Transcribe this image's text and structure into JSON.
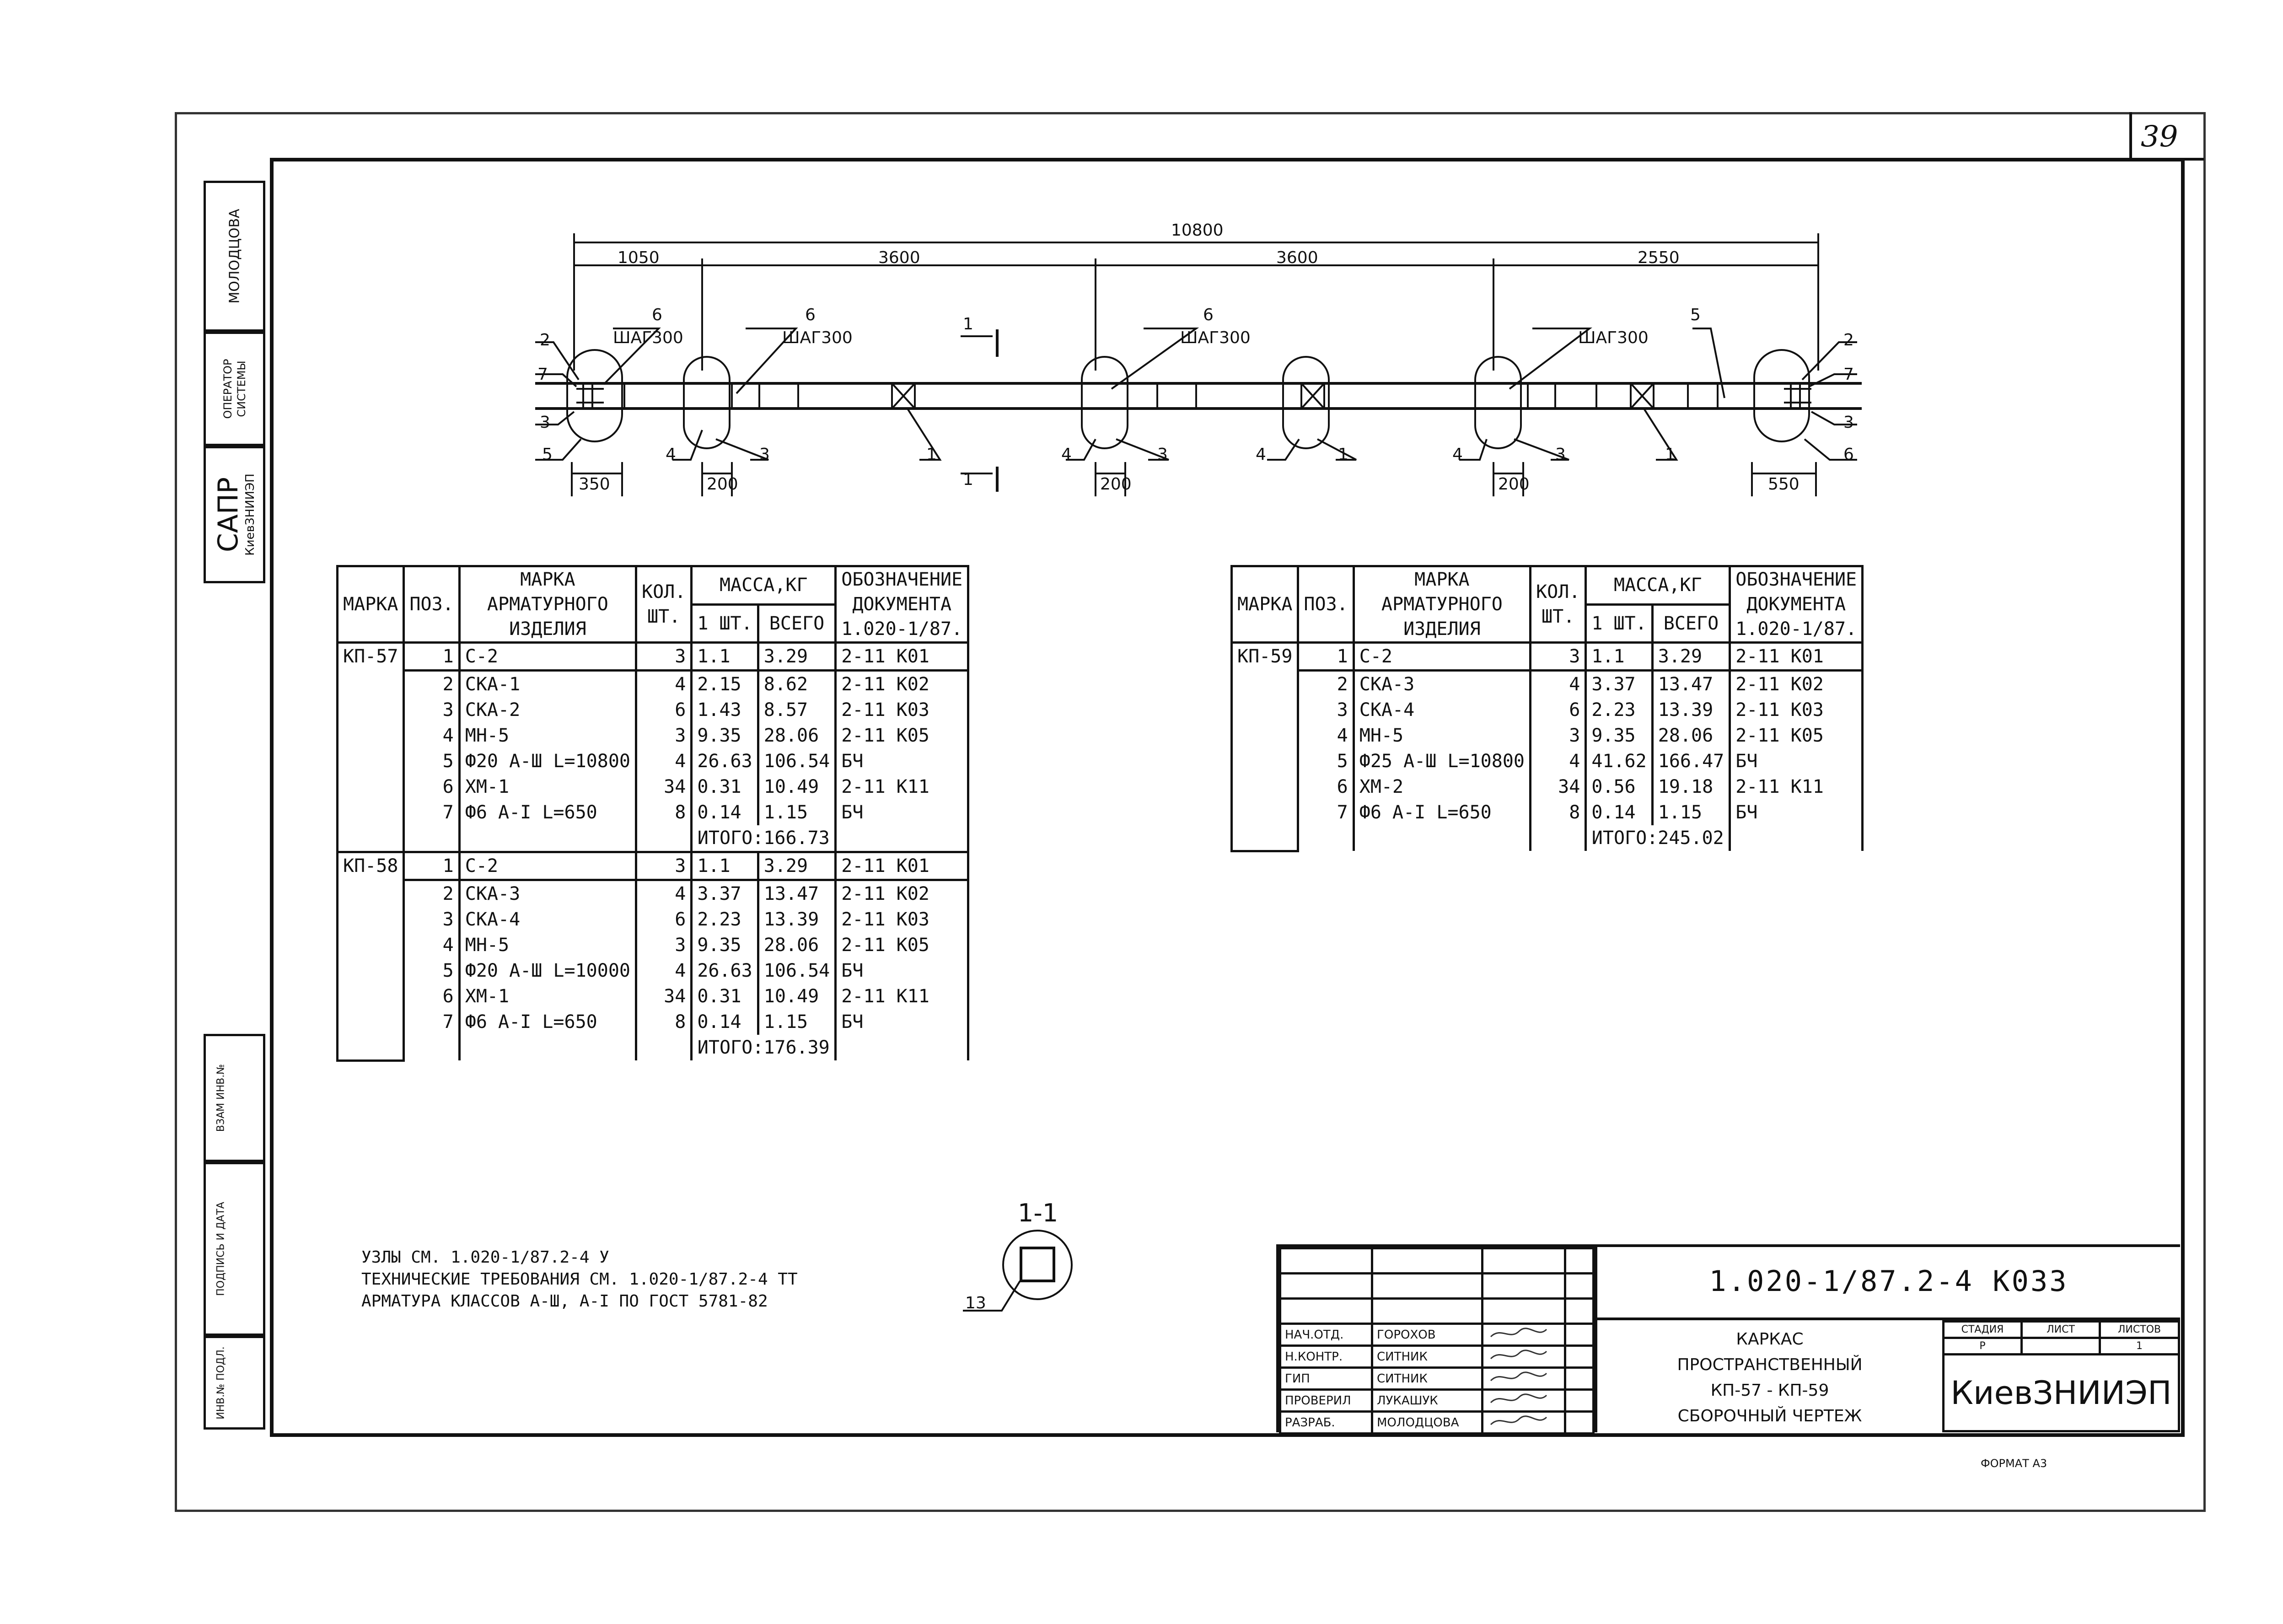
{
  "sheet_number": "39",
  "side_stamp": {
    "person": "МОЛОДЦОВА",
    "role_line1": "ОПЕРАТОР",
    "role_line2": "СИСТЕМЫ",
    "system": "САПР",
    "org": "КиевЗНИИЭП",
    "fields": [
      "ВЗАМ ИНВ.№",
      "ПОДПИСЬ И ДАТА",
      "ИНВ.№ ПОДЛ."
    ]
  },
  "drawing": {
    "total": "10800",
    "dims": [
      "1050",
      "3600",
      "3600",
      "2550"
    ],
    "small_dims": [
      "350",
      "200",
      "200",
      "200",
      "550"
    ],
    "step_label": "ШАГ300",
    "section": "1",
    "section_view": "1-1",
    "section_callout": "13",
    "callouts": [
      "2",
      "7",
      "3",
      "5",
      "6",
      "4",
      "3",
      "1",
      "6",
      "4",
      "3",
      "4",
      "1",
      "6",
      "4",
      "3",
      "1",
      "5",
      "2",
      "7",
      "3",
      "6"
    ]
  },
  "table_headers": {
    "marka": "МАРКА",
    "poz": "ПОЗ.",
    "item_l1": "МАРКА",
    "item_l2": "АРМАТУРНОГО",
    "item_l3": "ИЗДЕЛИЯ",
    "qty_l1": "КОЛ.",
    "qty_l2": "ШТ.",
    "mass": "МАССА,КГ",
    "mass_one": "1 ШТ.",
    "mass_all": "ВСЕГО",
    "doc_l1": "ОБОЗНАЧЕНИЕ",
    "doc_l2": "ДОКУМЕНТА",
    "doc_l3": "1.020-1/87."
  },
  "table_left": [
    {
      "marka": "КП-57",
      "rows": [
        {
          "poz": "1",
          "item": "С-2",
          "qty": "3",
          "one": "1.1",
          "all": "3.29",
          "doc": "2-11 К01"
        },
        {
          "poz": "2",
          "item": "СКА-1",
          "qty": "4",
          "one": "2.15",
          "all": "8.62",
          "doc": "2-11 К02"
        },
        {
          "poz": "3",
          "item": "СКА-2",
          "qty": "6",
          "one": "1.43",
          "all": "8.57",
          "doc": "2-11 К03"
        },
        {
          "poz": "4",
          "item": "МН-5",
          "qty": "3",
          "one": "9.35",
          "all": "28.06",
          "doc": "2-11 К05"
        },
        {
          "poz": "5",
          "item": "Ф20 А-Ш L=10800",
          "qty": "4",
          "one": "26.63",
          "all": "106.54",
          "doc": "БЧ"
        },
        {
          "poz": "6",
          "item": "ХМ-1",
          "qty": "34",
          "one": "0.31",
          "all": "10.49",
          "doc": "2-11 К11"
        },
        {
          "poz": "7",
          "item": "Ф6 А-I L=650",
          "qty": "8",
          "one": "0.14",
          "all": "1.15",
          "doc": "БЧ"
        }
      ],
      "total": "ИТОГО:166.73"
    },
    {
      "marka": "КП-58",
      "rows": [
        {
          "poz": "1",
          "item": "С-2",
          "qty": "3",
          "one": "1.1",
          "all": "3.29",
          "doc": "2-11 К01"
        },
        {
          "poz": "2",
          "item": "СКА-3",
          "qty": "4",
          "one": "3.37",
          "all": "13.47",
          "doc": "2-11 К02"
        },
        {
          "poz": "3",
          "item": "СКА-4",
          "qty": "6",
          "one": "2.23",
          "all": "13.39",
          "doc": "2-11 К03"
        },
        {
          "poz": "4",
          "item": "МН-5",
          "qty": "3",
          "one": "9.35",
          "all": "28.06",
          "doc": "2-11 К05"
        },
        {
          "poz": "5",
          "item": "Ф20 А-Ш L=10000",
          "qty": "4",
          "one": "26.63",
          "all": "106.54",
          "doc": "БЧ"
        },
        {
          "poz": "6",
          "item": "ХМ-1",
          "qty": "34",
          "one": "0.31",
          "all": "10.49",
          "doc": "2-11 К11"
        },
        {
          "poz": "7",
          "item": "Ф6 А-I L=650",
          "qty": "8",
          "one": "0.14",
          "all": "1.15",
          "doc": "БЧ"
        }
      ],
      "total": "ИТОГО:176.39"
    }
  ],
  "table_right": [
    {
      "marka": "КП-59",
      "rows": [
        {
          "poz": "1",
          "item": "С-2",
          "qty": "3",
          "one": "1.1",
          "all": "3.29",
          "doc": "2-11 К01"
        },
        {
          "poz": "2",
          "item": "СКА-3",
          "qty": "4",
          "one": "3.37",
          "all": "13.47",
          "doc": "2-11 К02"
        },
        {
          "poz": "3",
          "item": "СКА-4",
          "qty": "6",
          "one": "2.23",
          "all": "13.39",
          "doc": "2-11 К03"
        },
        {
          "poz": "4",
          "item": "МН-5",
          "qty": "3",
          "one": "9.35",
          "all": "28.06",
          "doc": "2-11 К05"
        },
        {
          "poz": "5",
          "item": "Ф25 А-Ш L=10800",
          "qty": "4",
          "one": "41.62",
          "all": "166.47",
          "doc": "БЧ"
        },
        {
          "poz": "6",
          "item": "ХМ-2",
          "qty": "34",
          "one": "0.56",
          "all": "19.18",
          "doc": "2-11 К11"
        },
        {
          "poz": "7",
          "item": "Ф6 А-I L=650",
          "qty": "8",
          "one": "0.14",
          "all": "1.15",
          "doc": "БЧ"
        }
      ],
      "total": "ИТОГО:245.02"
    }
  ],
  "notes": [
    "УЗЛЫ СМ. 1.020-1/87.2-4 У",
    "ТЕХНИЧЕСКИЕ ТРЕБОВАНИЯ СМ. 1.020-1/87.2-4 ТТ",
    "АРМАТУРА КЛАССОВ А-Ш, А-I ПО ГОСТ 5781-82"
  ],
  "title_block": {
    "code": "1.020-1/87.2-4 К033",
    "title_lines": [
      "КАРКАС",
      "ПРОСТРАНСТВЕННЫЙ",
      "КП-57 - КП-59",
      "СБОРОЧНЫЙ ЧЕРТЕЖ"
    ],
    "stage_label": "СТАДИЯ",
    "sheet_label": "ЛИСТ",
    "sheets_label": "ЛИСТОВ",
    "stage": "Р",
    "sheets": "1",
    "org": "КиевЗНИИЭП",
    "signatures": [
      {
        "role": "НАЧ.ОТД.",
        "name": "ГОРОХОВ"
      },
      {
        "role": "Н.КОНТР.",
        "name": "СИТНИК"
      },
      {
        "role": "ГИП",
        "name": "СИТНИК"
      },
      {
        "role": "ПРОВЕРИЛ",
        "name": "ЛУКАШУК"
      },
      {
        "role": "РАЗРАБ.",
        "name": "МОЛОДЦОВА"
      }
    ]
  },
  "format": "ФОРМАТ А3"
}
